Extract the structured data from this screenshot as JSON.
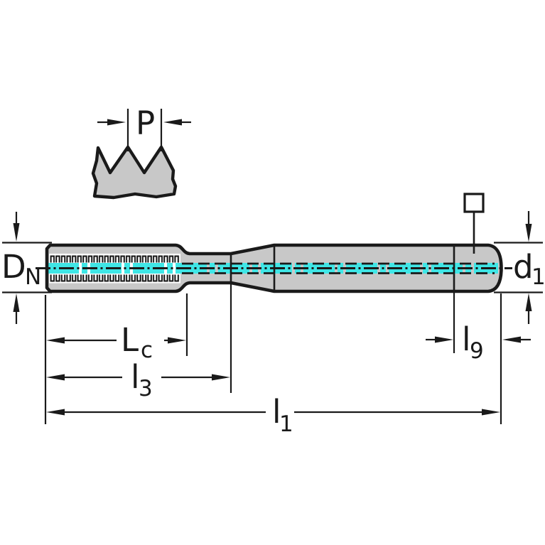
{
  "drawing": {
    "labels": {
      "pitch": "P",
      "nominal_diameter": {
        "main": "D",
        "sub": "N"
      },
      "shank_diameter": {
        "main": "d",
        "sub": "1"
      },
      "chamfer_length": {
        "main": "L",
        "sub": "c"
      },
      "thread_neck_length": {
        "main": "l",
        "sub": "3"
      },
      "overall_length": {
        "main": "l",
        "sub": "1"
      },
      "square_length": {
        "main": "l",
        "sub": "9"
      }
    },
    "symbols": {
      "square_drive": "square-drive-symbol"
    },
    "colors": {
      "outline": "#1a1a1a",
      "body_fill": "#c8c8c8",
      "centerline_accent": "#3fe6e6",
      "background": "#ffffff"
    }
  }
}
